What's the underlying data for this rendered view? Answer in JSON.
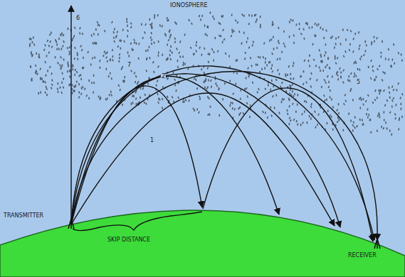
{
  "diagram": {
    "labels": [
      "6",
      "IONOSPHERE",
      "7",
      "2",
      "1",
      "5",
      "TRANSMITTER",
      "SKIP DISTANCE",
      "RECEIVER"
    ]
  }
}
